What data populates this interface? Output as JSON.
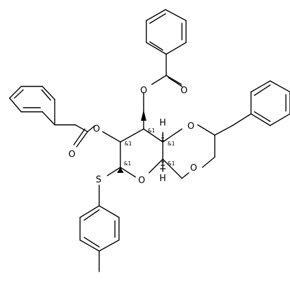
{
  "molecule": {
    "atoms": {
      "O_ester_top": "O",
      "O_carbonyl_top": "O",
      "O_ester_left": "O",
      "O_carbonyl_left": "O",
      "O_acetal_top": "O",
      "O_acetal_bottom": "O",
      "O_ring": "O",
      "S": "S",
      "H_top": "H",
      "H_bottom": "H"
    },
    "stereo_labels": {
      "c2": "&1",
      "c3": "&1",
      "c4": "&1",
      "c1": "&1",
      "c5": "&1"
    }
  }
}
